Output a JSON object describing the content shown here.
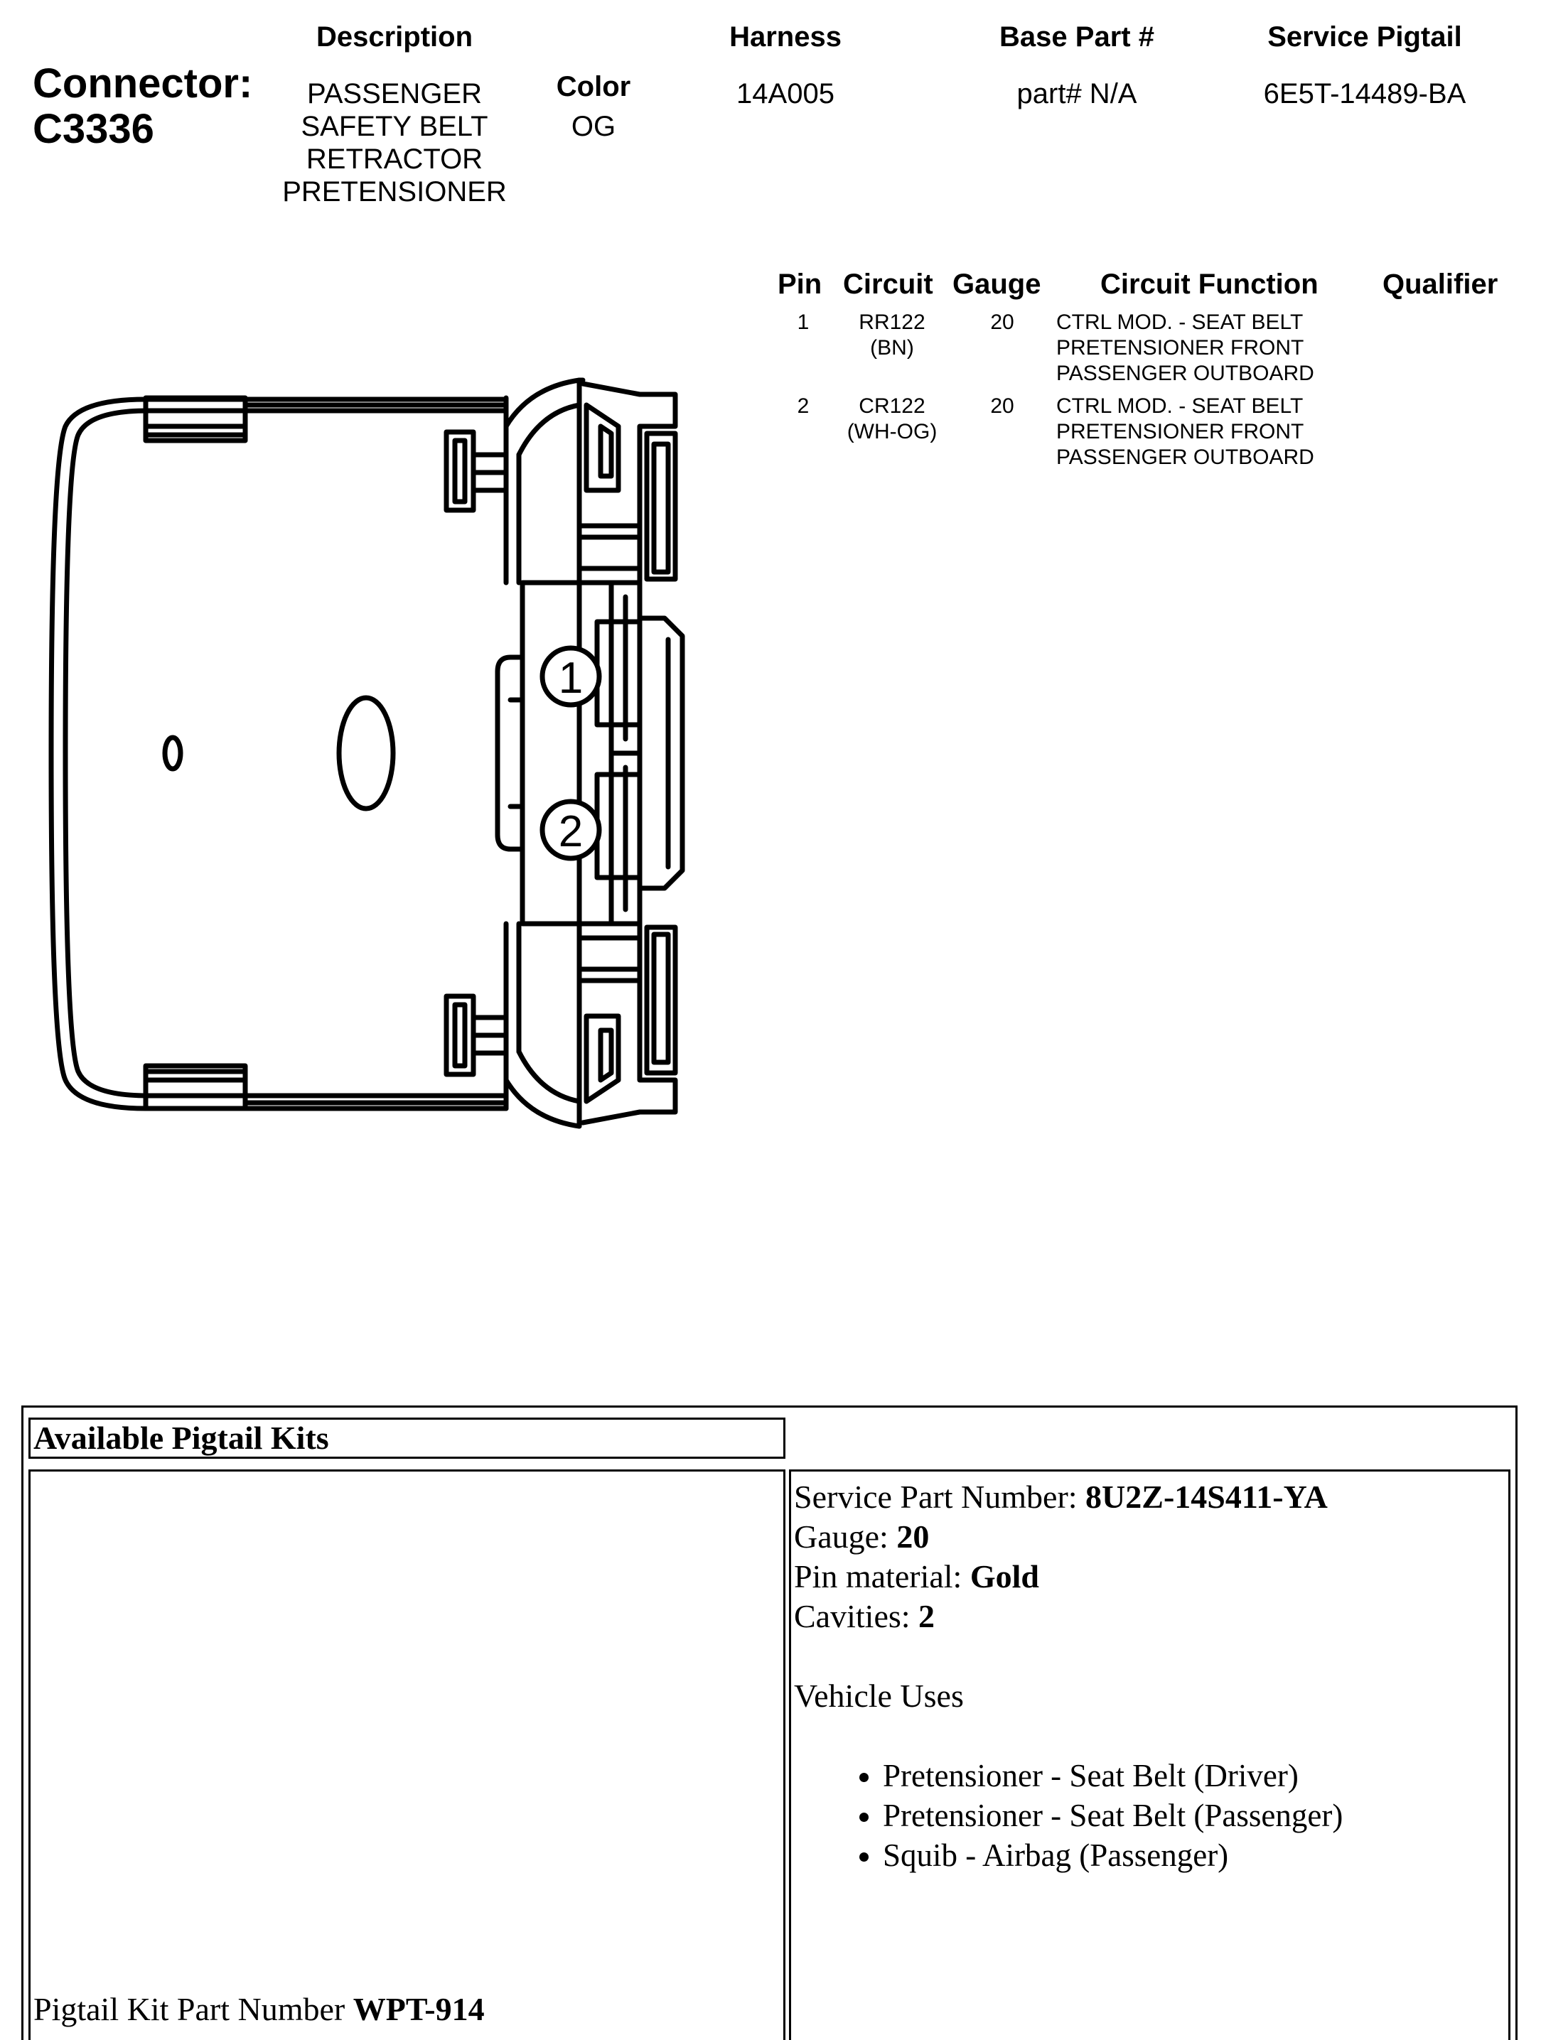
{
  "connector": {
    "label": "Connector:",
    "id": "C3336"
  },
  "header": {
    "description": {
      "label": "Description",
      "lines": [
        "PASSENGER",
        "SAFETY BELT",
        "RETRACTOR",
        "PRETENSIONER"
      ]
    },
    "color": {
      "label": "Color",
      "value": "OG"
    },
    "harness": {
      "label": "Harness",
      "value": "14A005"
    },
    "base_part": {
      "label": "Base Part #",
      "value": "part# N/A"
    },
    "service_pigtail": {
      "label": "Service Pigtail",
      "value": "6E5T-14489-BA"
    }
  },
  "pin_table": {
    "columns": [
      "Pin",
      "Circuit",
      "Gauge",
      "Circuit Function",
      "Qualifier"
    ],
    "rows": [
      {
        "pin": "1",
        "circuit": "RR122",
        "wire_color": "(BN)",
        "gauge": "20",
        "function": [
          "CTRL MOD. - SEAT BELT",
          "PRETENSIONER FRONT",
          "PASSENGER OUTBOARD"
        ],
        "qualifier": ""
      },
      {
        "pin": "2",
        "circuit": "CR122",
        "wire_color": "(WH-OG)",
        "gauge": "20",
        "function": [
          "CTRL MOD. - SEAT BELT",
          "PRETENSIONER FRONT",
          "PASSENGER OUTBOARD"
        ],
        "qualifier": ""
      }
    ]
  },
  "diagram": {
    "pin_labels": [
      "1",
      "2"
    ]
  },
  "pigtail": {
    "title": "Available Pigtail Kits",
    "kit_label": "Pigtail Kit Part Number ",
    "kit_number": "WPT-914",
    "service_part_label": "Service Part Number: ",
    "service_part_value": "8U2Z-14S411-YA",
    "gauge_label": "Gauge: ",
    "gauge_value": "20",
    "pin_material_label": "Pin material: ",
    "pin_material_value": "Gold",
    "cavities_label": "Cavities: ",
    "cavities_value": "2",
    "vehicle_uses_label": "Vehicle Uses",
    "vehicle_uses": [
      "Pretensioner - Seat Belt (Driver)",
      "Pretensioner - Seat Belt (Passenger)",
      "Squib - Airbag (Passenger)"
    ]
  }
}
